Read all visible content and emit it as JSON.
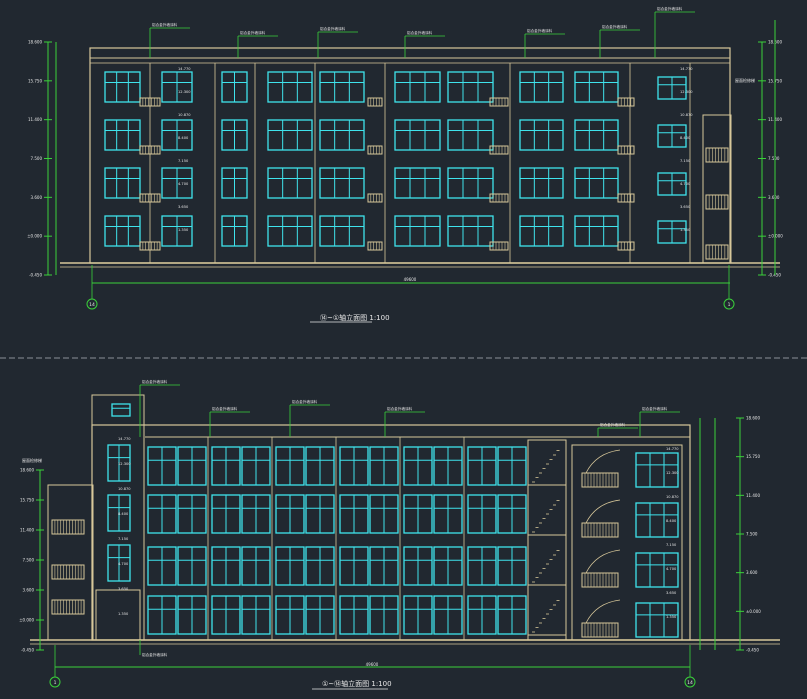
{
  "colors": {
    "background": "#212830",
    "outline": "#d8c89a",
    "window": "#3fe3ec",
    "dimension": "#3ad13a",
    "text": "#e6e6e6",
    "divider": "#aab0b8"
  },
  "top_elevation": {
    "caption": "⑭~①轴立面图",
    "caption_scale": "1:100",
    "axis_left": "14",
    "axis_right": "1",
    "total_dim": "49600",
    "level_labels": [
      "18.600",
      "15.750",
      "11.400",
      "7.500",
      "3.600",
      "±0.000",
      "-0.450"
    ],
    "window_marks": [
      "14.770",
      "12.300",
      "10.870",
      "8.400",
      "7.150",
      "4.700",
      "3.650",
      "1.350"
    ],
    "leader_note": "铝合金外墙涂料",
    "stair_note": "屋面检修梯"
  },
  "bottom_elevation": {
    "caption": "①~⑭轴立面图",
    "caption_scale": "1:100",
    "axis_left": "1",
    "axis_right": "14",
    "total_dim": "49600",
    "level_labels": [
      "18.600",
      "15.750",
      "11.400",
      "7.500",
      "3.600",
      "±0.000",
      "-0.450"
    ],
    "window_marks": [
      "14.770",
      "12.300",
      "10.870",
      "8.400",
      "7.150",
      "4.700",
      "3.650",
      "1.350"
    ],
    "leader_note": "铝合金外墙涂料",
    "left_note": "屋面检修梯"
  }
}
